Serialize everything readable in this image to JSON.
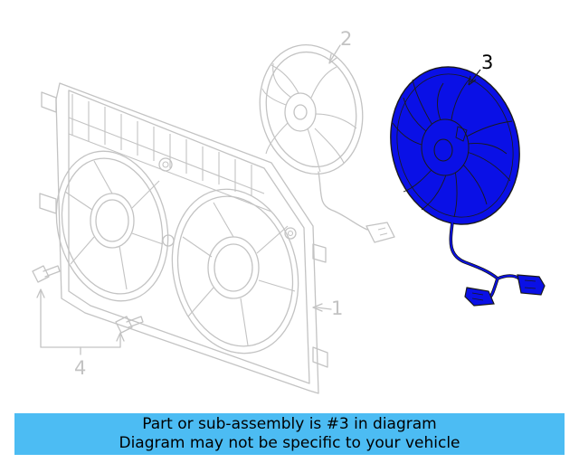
{
  "diagram": {
    "callouts": [
      {
        "id": "c1",
        "text": "1"
      },
      {
        "id": "c2",
        "text": "2"
      },
      {
        "id": "c3",
        "text": "3"
      },
      {
        "id": "c4",
        "text": "4"
      }
    ],
    "highlight_color": "#0a10e6",
    "outline_color": "#c3c3c3"
  },
  "banner": {
    "line1": "Part or sub-assembly is #3 in diagram",
    "line2": "Diagram may not be specific to your vehicle",
    "background": "#4cbcf3"
  }
}
